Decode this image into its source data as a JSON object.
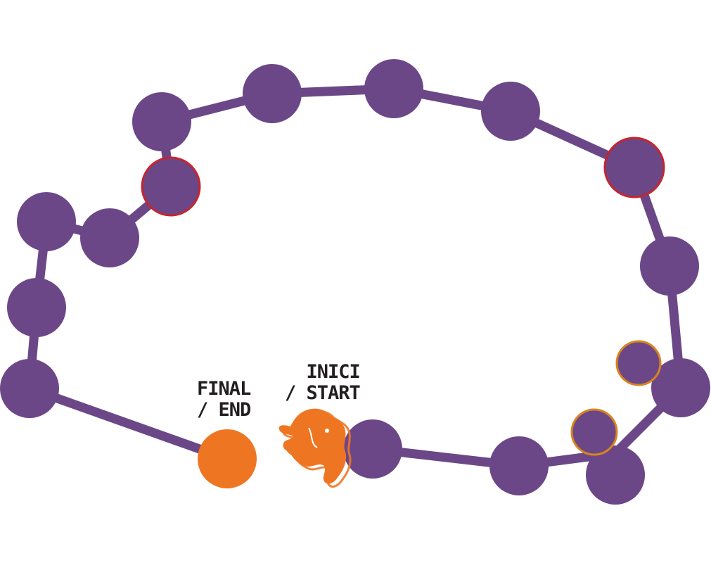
{
  "labels": {
    "end_line1": "FINAL",
    "end_line2": "/ END",
    "start_line1": "INICI",
    "start_line2": "/ START"
  },
  "colors": {
    "track": "#6b4788",
    "node": "#6b4788",
    "highlight_ring_red": "#c4262e",
    "highlight_ring_orange": "#d9841f",
    "end_marker": "#ee7623",
    "start_icon": "#ee7623",
    "text": "#231f20"
  },
  "icons": {
    "start": "pawn-figure-icon",
    "end": "end-dot-icon"
  }
}
